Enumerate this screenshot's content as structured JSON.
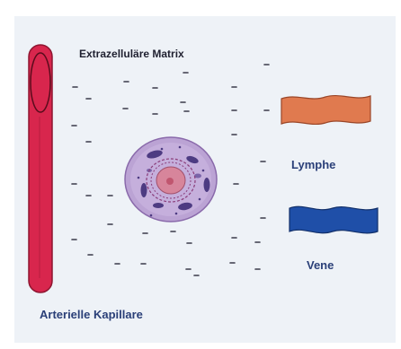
{
  "labels": {
    "matrix": "Extrazelluläre Matrix",
    "lymph": "Lymphe",
    "vein": "Vene",
    "capillary": "Arterielle Kapillare"
  },
  "colors": {
    "background_panel": "#eef2f7",
    "capillary": "#d8264d",
    "lymph_vessel": "#e07a4f",
    "vein_vessel": "#1f4fa8",
    "cell_membrane": "#bba3d4",
    "cell_nucleus": "#d7859b",
    "label_text": "#2a3f78",
    "dash": "#3a3a4a"
  },
  "icons": {
    "charge_mark": "minus-sign"
  }
}
